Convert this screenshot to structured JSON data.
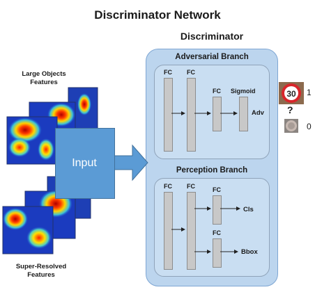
{
  "figure": {
    "title": "Discriminator Network"
  },
  "discriminator": {
    "title": "Discriminator",
    "adversarial_branch": {
      "title": "Adversarial Branch",
      "fc1_label": "FC",
      "fc2_label": "FC",
      "fc3_label": "FC",
      "sigmoid_label": "Sigmoid",
      "output_label": "Adv"
    },
    "perception_branch": {
      "title": "Perception Branch",
      "fc1_label": "FC",
      "fc2_label": "FC",
      "fc_cls_label": "FC",
      "fc_bbox_label": "FC",
      "cls_label": "Cls",
      "bbox_label": "Bbox"
    }
  },
  "input": {
    "label": "Input"
  },
  "features": {
    "large_label_line1": "Large Objects",
    "large_label_line2": "Features",
    "sr_label_line1": "Super-Resolved",
    "sr_label_line2": "Features"
  },
  "output": {
    "sign_number": "30",
    "real_value": "1",
    "question": "?",
    "fake_value": "0"
  },
  "colors": {
    "panel_fill": "#bcd5ee",
    "branch_fill": "#c9def2",
    "input_blue": "#5b9bd5",
    "fc_gray": "#c8c8c8",
    "sign_red": "#d8262b"
  }
}
